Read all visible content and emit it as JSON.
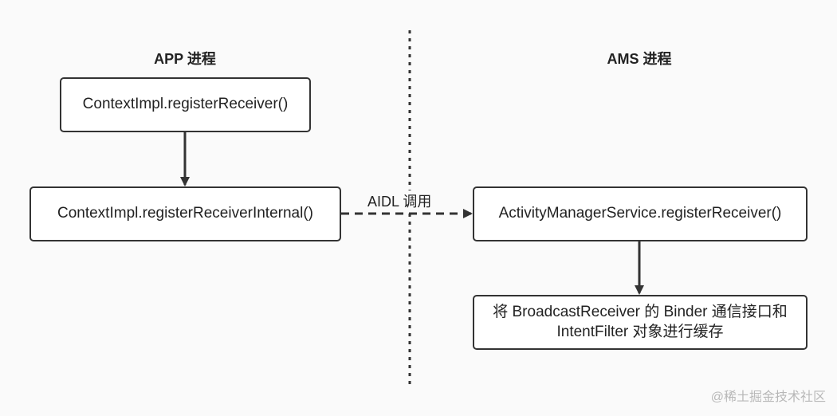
{
  "lanes": {
    "app": "APP 进程",
    "ams": "AMS 进程"
  },
  "nodes": {
    "register_receiver": "ContextImpl.registerReceiver()",
    "register_receiver_internal": "ContextImpl.registerReceiverInternal()",
    "ams_register_receiver": "ActivityManagerService.registerReceiver()",
    "cache_line1": "将 BroadcastReceiver 的 Binder 通信接口和",
    "cache_line2": "IntentFilter 对象进行缓存"
  },
  "edges": {
    "aidl_label": "AIDL 调用"
  },
  "watermark": "@稀土掘金技术社区",
  "colors": {
    "stroke": "#333333",
    "background": "#fafafa"
  }
}
